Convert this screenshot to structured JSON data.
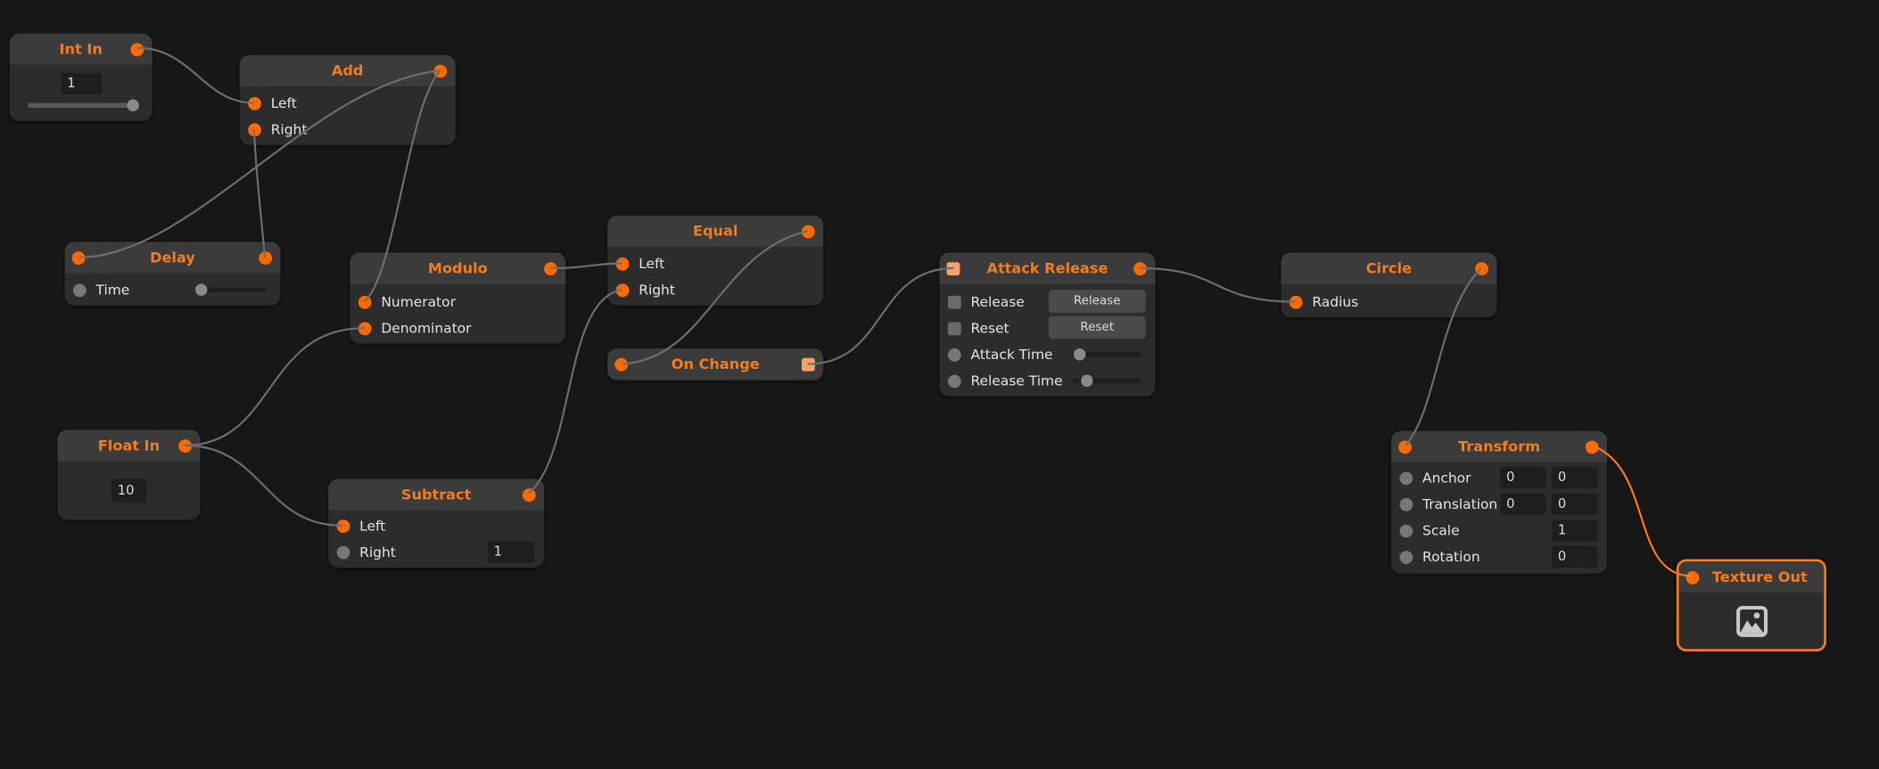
{
  "colors": {
    "background": "#171717",
    "accent": "#ff6a00",
    "wire": "#6e6e6e"
  },
  "nodes": {
    "int_in": {
      "title": "Int In",
      "value": "1",
      "slider_fraction": 1.0
    },
    "add": {
      "title": "Add",
      "inputs": [
        "Left",
        "Right"
      ]
    },
    "delay": {
      "title": "Delay",
      "inputs": [
        "Time"
      ],
      "slider_fraction": 0.05
    },
    "modulo": {
      "title": "Modulo",
      "inputs": [
        "Numerator",
        "Denominator"
      ]
    },
    "equal": {
      "title": "Equal",
      "inputs": [
        "Left",
        "Right"
      ]
    },
    "on_change": {
      "title": "On Change"
    },
    "attack_release": {
      "title": "Attack Release",
      "rows": [
        "Release",
        "Reset",
        "Attack Time",
        "Release Time"
      ],
      "release_button": "Release",
      "reset_button": "Reset",
      "attack_time_fraction": 0.03,
      "release_time_fraction": 0.14
    },
    "circle": {
      "title": "Circle",
      "inputs": [
        "Radius"
      ]
    },
    "float_in": {
      "title": "Float In",
      "value": "10"
    },
    "subtract": {
      "title": "Subtract",
      "inputs": [
        "Left",
        "Right"
      ],
      "right_value": "1"
    },
    "transform": {
      "title": "Transform",
      "rows": [
        "Anchor",
        "Translation",
        "Scale",
        "Rotation"
      ],
      "anchor": [
        "0",
        "0"
      ],
      "translation": [
        "0",
        "0"
      ],
      "scale": "1",
      "rotation": "0"
    },
    "texture_out": {
      "title": "Texture Out",
      "icon": "image-icon"
    }
  }
}
